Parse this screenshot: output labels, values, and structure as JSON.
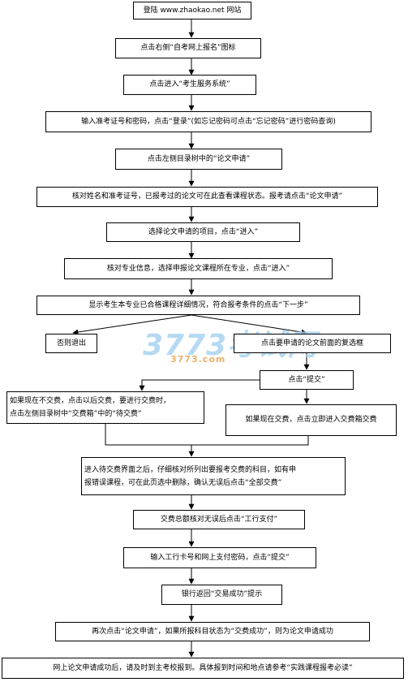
{
  "steps": {
    "s1": "登陆 www.zhaokao.net 网站",
    "s2": "点击右侧“自考网上报名”图标",
    "s3": "点击进入“考生服务系统”",
    "s4": "输入准考证号和密码，点击“登录”(如忘记密码可点击“忘记密码”进行密码查询)",
    "s5": "点击左侧目录树中的“论文申请”",
    "s6": "核对姓名和准考证号，已报考过的论文可在此查看课程状态。报考请点击“论文申请”",
    "s7": "选择论文申请的项目，点击“进入”",
    "s8": "核对专业信息，选择申报论文课程所在专业，点击“进入”",
    "s9": "显示考生本专业已合格课程详细情况，符合报考条件的点击“下一步”",
    "s10a": "否则退出",
    "s10b": "点击要申请的论文前面的复选框",
    "s11": "点击“提交”",
    "s12a_line1": "如果现在不交费，点击以后交费，要进行交费时，",
    "s12a_line2": "点击左侧目录树中“交费箱”中的“待交费”",
    "s12b": "如果现在交费，点击立即进入交费箱交费",
    "s13_line1": "进入待交费界面之后，仔细核对所列出要报考交费的科目，如有申",
    "s13_line2": "报错误课程，可在此页选中删除，确认无误后点击“全部交费”",
    "s14": "交费总额核对无误后点击“工行支付”",
    "s15": "输入工行卡号和网上支付密码，点击“提交”",
    "s16": "银行返回“交易成功”提示",
    "s17": "再次点击“论文申请”，如果所报科目状态为“交费成功”，则为论文申请成功",
    "s18": "网上论文申请成功后，请及时到主考校报到。具体报到时间和地点请参考“实践课程报考必读”"
  },
  "watermark": {
    "logo_text": "3773考试网",
    "url_text": "3773.com",
    "color": "#a9d3f0"
  },
  "colors": {
    "line": "#000000",
    "box_border": "#000000",
    "background": "#ffffff"
  }
}
